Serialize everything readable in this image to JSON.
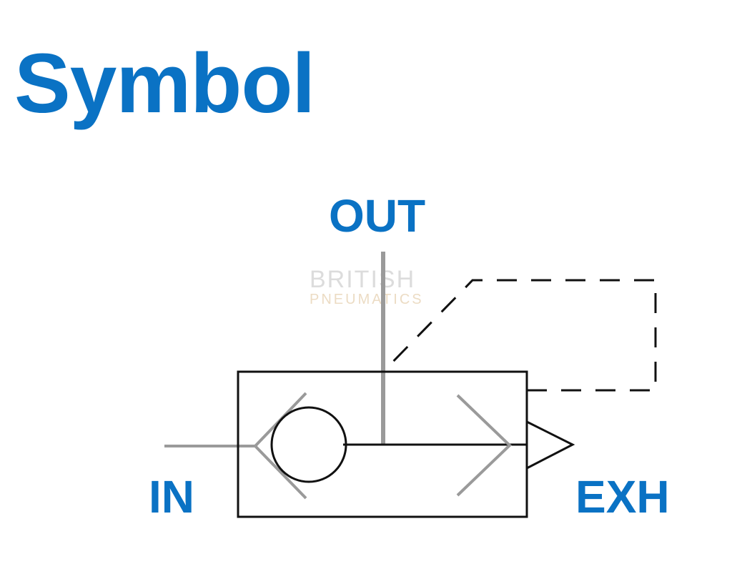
{
  "heading": {
    "title": "Symbol"
  },
  "ports": {
    "out": "OUT",
    "in": "IN",
    "exh": "EXH"
  },
  "watermark": {
    "line1": "BRITISH",
    "line2": "PNEUMATICS"
  },
  "colors": {
    "label_blue": "#0a72c4",
    "line_black": "#111111",
    "line_gray": "#9a9a9a",
    "watermark_gray": "#dcdcdc",
    "watermark_tan": "#ecdcc4"
  }
}
